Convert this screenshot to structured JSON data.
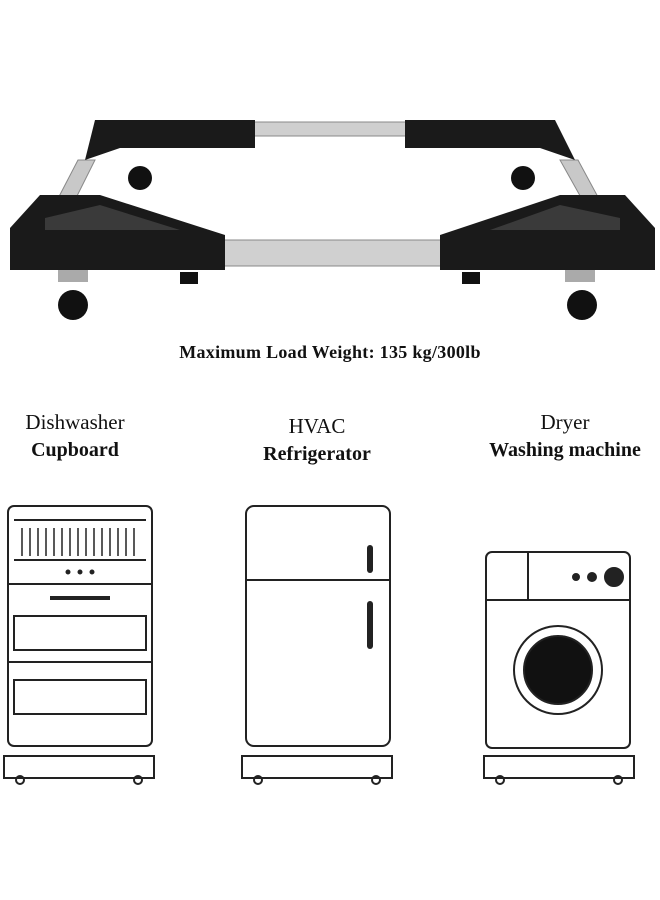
{
  "headline": "Maximum Load Weight: 135 kg/300lb",
  "appliances": [
    {
      "line1": "Dishwasher",
      "line2": "Cupboard"
    },
    {
      "line1": "HVAC",
      "line2": "Refrigerator"
    },
    {
      "line1": "Dryer",
      "line2": "Washing machine"
    }
  ],
  "colors": {
    "frame": "#1a1a1a",
    "rail": "#c8c8c8",
    "outline": "#222222"
  }
}
